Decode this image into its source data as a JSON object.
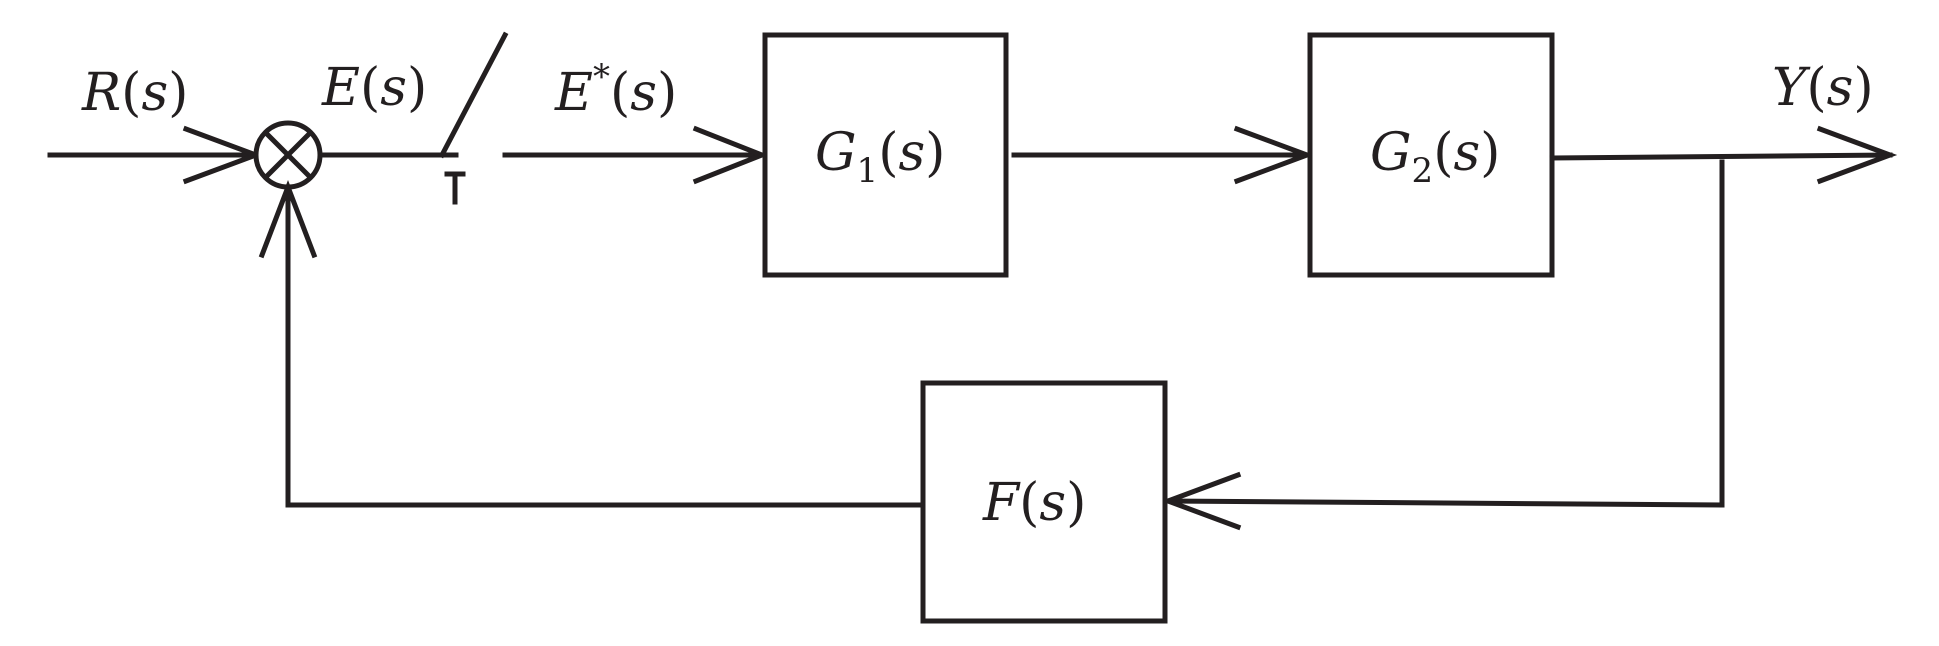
{
  "signals": {
    "reference": {
      "name": "R",
      "arg": "s"
    },
    "error": {
      "name": "E",
      "arg": "s"
    },
    "sampled_error": {
      "name": "E",
      "superscript": "*",
      "arg": "s"
    },
    "output": {
      "name": "Y",
      "arg": "s"
    }
  },
  "blocks": {
    "g1": {
      "name": "G",
      "subscript": "1",
      "arg": "s"
    },
    "g2": {
      "name": "G",
      "subscript": "2",
      "arg": "s"
    },
    "f": {
      "name": "F",
      "arg": "s"
    }
  },
  "sampler": {
    "period_label": "T"
  },
  "colors": {
    "stroke": "#231f20",
    "background": "#ffffff"
  }
}
